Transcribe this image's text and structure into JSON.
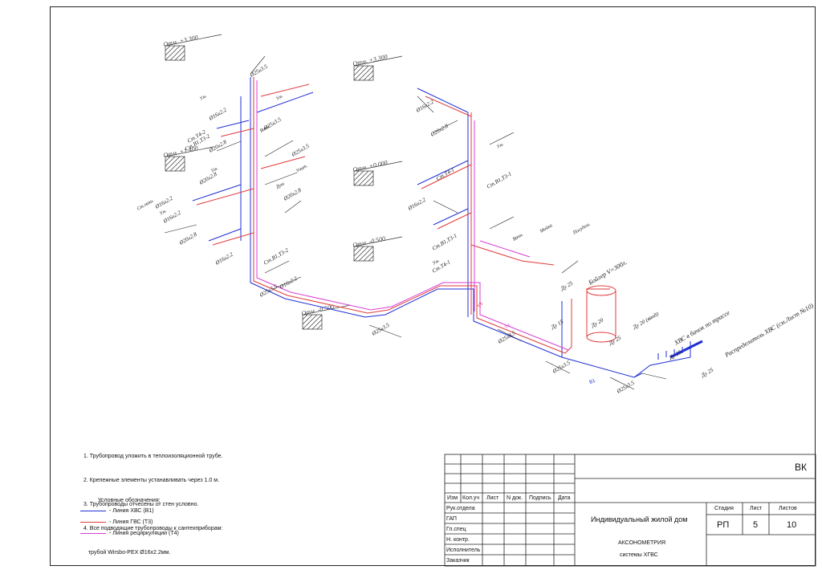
{
  "sheet_code": "ВК",
  "project_title": "Индивидуальный жилой дом",
  "drawing_title_line1": "АКСОНОМЕТРИЯ",
  "drawing_title_line2": "системы ХГВС",
  "stage_header": "Стадия",
  "sheet_header": "Лист",
  "sheets_header": "Листов",
  "stage": "РП",
  "sheet_no": "5",
  "sheets_total": "10",
  "rev_headers": [
    "Изм",
    "Кол.уч",
    "Лист",
    "N док.",
    "Подпись",
    "Дата"
  ],
  "roles": [
    "Рук.отдела",
    "ГАП",
    "Гл.спец",
    "Н. контр.",
    "Исполнитель",
    "Заказчик"
  ],
  "notes": [
    "1. Трубопровод уложить в теплоизоляционной трубе.",
    "2. Крепежные элементы устанавливать через 1.0 м.",
    "3. Трубопроводы отчесены от стен условно.",
    "4. Все подводящие трубопроводы к сантехприборам:",
    "   трубой Wirsbo-PEX Ø16x2.2мм."
  ],
  "legend": {
    "title": "Условные обозначения:",
    "items": [
      {
        "label": "- Линия ХВС (В1)",
        "color": "#1f2fd6"
      },
      {
        "label": "- Линия ГВС (Т3)",
        "color": "#e23a3a"
      },
      {
        "label": "- Линия рециркуляции (Т4)",
        "color": "#d63fd6"
      }
    ]
  },
  "levels": [
    "Отм. +3.300",
    "Отм. +3.300",
    "Отм. +1.400",
    "Отм. +0.000",
    "Отм. -0.500",
    "Отм. -0.500"
  ],
  "boiler_label": "Бойлер V=300л.",
  "distributor_label": "Распределитель ХВС (см.Лист №10)",
  "inlet_label": "ХВС в бачок по трассе",
  "riser_labels": [
    "Ст.В1,Т3-2",
    "Ст.Т4-2",
    "Ст.В1,Т3-1",
    "Ст.Т4-1",
    "Ст.В1,Т3-1",
    "Ст.Т4-1",
    "Ст.В1,Т3-2"
  ],
  "pipe_labels": [
    "Ø25x3.5",
    "Ø16x2.2",
    "Ø20x2.8",
    "Ø25x3.5",
    "Ø16x2.2",
    "Ø20x2.8",
    "Ø16x2.2",
    "Ø20x2.8",
    "Ø25x3.5",
    "Ø16x2.2",
    "Ø20x2.8",
    "Ø16x2.2",
    "Ø25x3.5",
    "Ø25x3.5",
    "Ø25x3.5",
    "Ø16x2.2",
    "Ø20x2.8",
    "Ø16x2.2",
    "Ø25x3.5",
    "Ø25x3.5"
  ],
  "dn_labels": [
    "Ду 25",
    "Ду 15",
    "Ду 20",
    "Ду 25",
    "Ду 20 (ввод)",
    "Ду 25",
    "Ду 25"
  ],
  "fixture_labels": [
    "Ум.",
    "Ум.",
    "Ванн.",
    "Унит.",
    "Ум.",
    "Ум.",
    "Душ",
    "Ум.",
    "Ум.",
    "Ванн.",
    "Мойка",
    "Посудом.",
    "Ст.маш."
  ],
  "line_tags": [
    "В1",
    "Т3",
    "Т4"
  ]
}
